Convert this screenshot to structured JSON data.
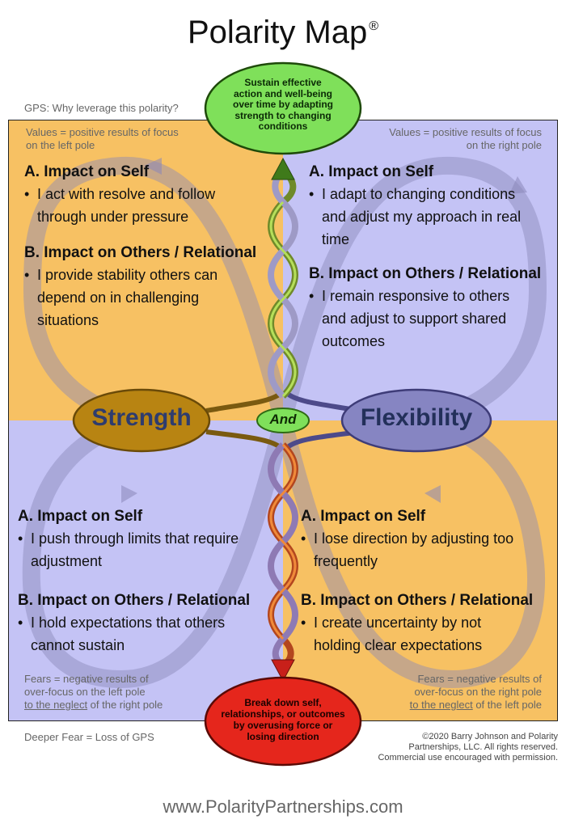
{
  "title": "Polarity Map",
  "trademark": "®",
  "gps_question": "GPS: Why leverage this polarity?",
  "gps_top": [
    "Sustain effective",
    "action and well-being",
    "over time by adapting",
    "strength to changing",
    "conditions"
  ],
  "gps_bottom": [
    "Break down self,",
    "relationships, or outcomes",
    "by overusing force or",
    "losing direction"
  ],
  "deeper_fear": "Deeper Fear = Loss of GPS",
  "values_left": [
    "Values = positive results of focus",
    "on the left pole"
  ],
  "values_right": [
    "Values = positive results of focus",
    "on the right pole"
  ],
  "fears_left": [
    "Fears = negative results of",
    "over-focus on the left pole",
    "to the neglect",
    " of the right pole"
  ],
  "fears_right": [
    "Fears = negative results of",
    "over-focus on the right pole",
    "to the neglect",
    " of the left pole"
  ],
  "poles": {
    "left": "Strength",
    "and": "And",
    "right": "Flexibility"
  },
  "upper_left": {
    "a_head": "A. Impact on Self",
    "a_lines": [
      "I act with resolve and follow",
      "through under pressure"
    ],
    "b_head": "B. Impact on Others / Relational",
    "b_lines": [
      "I provide stability others can",
      "depend on in challenging",
      "situations"
    ]
  },
  "upper_right": {
    "a_head": "A. Impact on Self",
    "a_lines": [
      "I adapt to changing conditions",
      "and adjust my approach in real",
      "time"
    ],
    "b_head": "B. Impact on Others / Relational",
    "b_lines": [
      "I remain responsive to others",
      "and adjust to support shared",
      "outcomes"
    ]
  },
  "lower_left": {
    "a_head": "A. Impact on Self",
    "a_lines": [
      "I push through limits that require",
      "adjustment"
    ],
    "b_head": "B. Impact on Others / Relational",
    "b_lines": [
      "I hold expectations that others",
      "cannot sustain"
    ]
  },
  "lower_right": {
    "a_head": "A. Impact on Self",
    "a_lines": [
      "I lose direction by adjusting too",
      "frequently"
    ],
    "b_head": "B. Impact on Others / Relational",
    "b_lines": [
      "I create uncertainty by not",
      "holding clear expectations"
    ]
  },
  "copyright": [
    "©2020 Barry Johnson and Polarity",
    "Partnerships, LLC. All rights reserved.",
    "Commercial use encouraged with permission."
  ],
  "url": "www.PolarityPartnerships.com",
  "colors": {
    "orange": "#f7c163",
    "lavender": "#c4c3f5",
    "green": "#7fe05a",
    "red": "#e5261c",
    "strength_pole": "#b88412",
    "flexibility_pole": "#8685c2"
  }
}
